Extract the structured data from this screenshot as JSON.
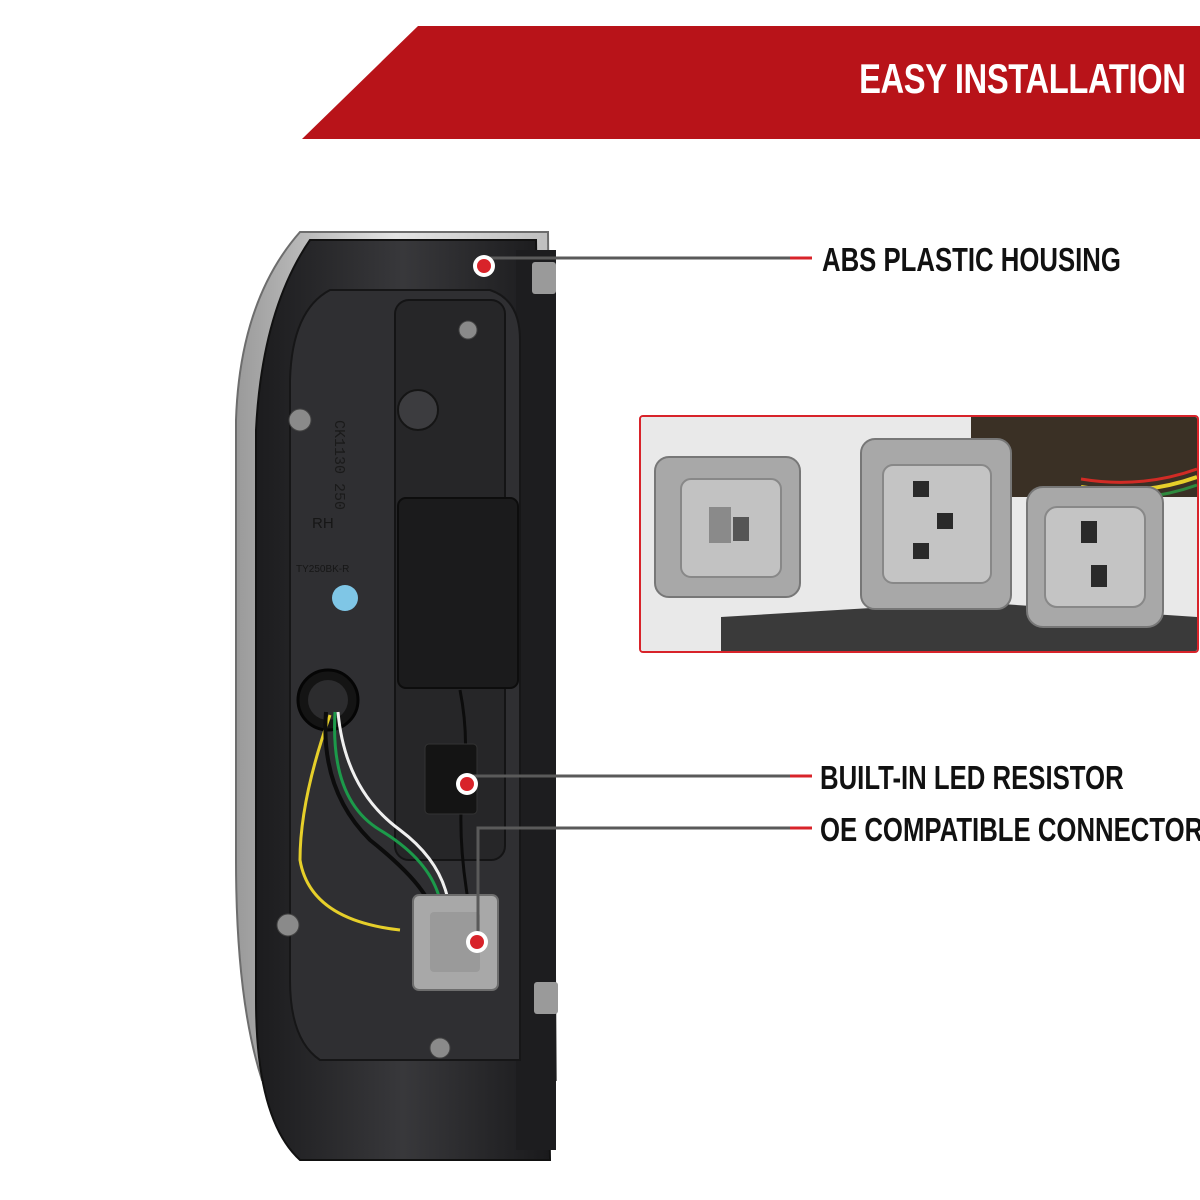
{
  "banner": {
    "title": "EASY INSTALLATION",
    "color": "#b81319"
  },
  "callouts": [
    {
      "label": "ABS PLASTIC HOUSING"
    },
    {
      "label": "BUILT-IN LED RESISTOR"
    },
    {
      "label": "OE COMPATIBLE CONNECTORS"
    }
  ],
  "housing_marks": {
    "part_code": "CK1130 250",
    "side": "RH",
    "model": "TY250BK-R"
  },
  "colors": {
    "accent": "#d8232a",
    "housing": "#2a2a2c",
    "connector": "#a8a8a8"
  },
  "icons": [
    "callout-dot-icon"
  ]
}
